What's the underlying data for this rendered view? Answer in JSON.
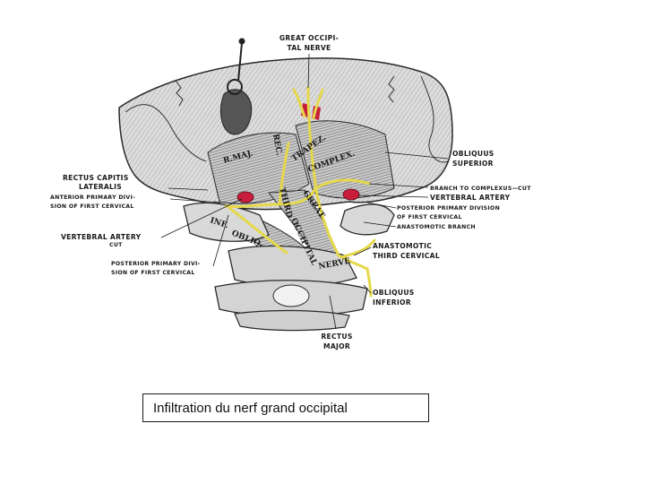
{
  "caption": "Infiltration du nerf grand occipital",
  "labels": {
    "great_occipital_1": "GREAT OCCIPI-",
    "great_occipital_2": "TAL NERVE",
    "obliquus_superior_1": "OBLIQUUS",
    "obliquus_superior_2": "SUPERIOR",
    "rectus_capitis_1": "RECTUS CAPITIS",
    "rectus_capitis_2": "LATERALIS",
    "anterior_primary_1": "ANTERIOR PRIMARY DIVI-",
    "anterior_primary_2": "SION OF FIRST CERVICAL",
    "vertebral_artery_cut_1": "VERTEBRAL ARTERY",
    "vertebral_artery_cut_2": "CUT",
    "posterior_primary_left_1": "POSTERIOR PRIMARY DIVI-",
    "posterior_primary_left_2": "SION OF FIRST CERVICAL",
    "branch_to_complexus": "BRANCH TO COMPLEXUS—CUT",
    "vertebral_artery_right": "VERTEBRAL ARTERY",
    "posterior_primary_right_1": "POSTERIOR PRIMARY DIVISION",
    "posterior_primary_right_2": "OF FIRST CERVICAL",
    "anastomotic_branch": "ANASTOMOTIC BRANCH",
    "anastomotic_third_1": "ANASTOMOTIC",
    "anastomotic_third_2": "THIRD CERVICAL",
    "obliquus_inferior_1": "OBLIQUUS",
    "obliquus_inferior_2": "INFERIOR",
    "rectus_major_1": "RECTUS",
    "rectus_major_2": "MAJOR"
  },
  "on_image": {
    "trapez": "TRAPEZ.",
    "complex": "COMPLEX.",
    "r_maj": "R.MAJ.",
    "rec": "REC.",
    "third": "THIRD",
    "great": "GREAT",
    "occipital": "OCCIPITAL",
    "nerve": "NERVE",
    "inf": "INF.",
    "obliq": "OBLIQ."
  },
  "colors": {
    "nerve": "#e6d84a",
    "artery": "#c81e3c",
    "bone": "#d9d9d9",
    "outline": "#2a2a2a"
  }
}
